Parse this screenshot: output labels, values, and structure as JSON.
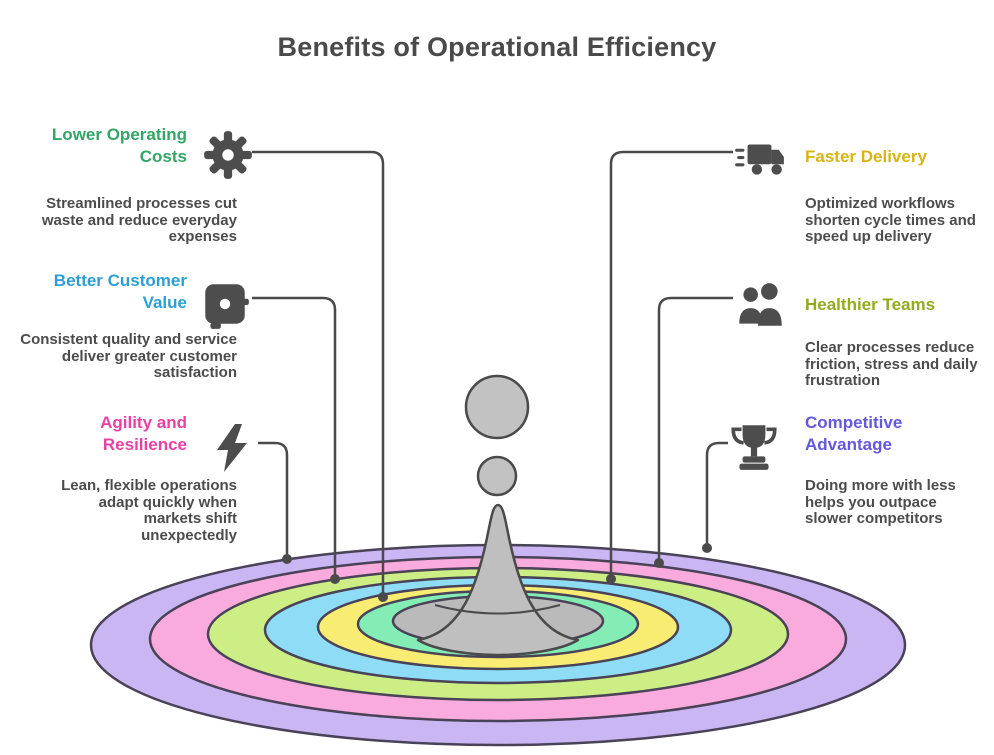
{
  "title": "Benefits of Operational Efficiency",
  "colors": {
    "title_text": "#4a4a4a",
    "description_text": "#4c4c4c",
    "connector_line": "#4a4a4a",
    "ring_stroke": "#4a4257",
    "droplet_fill": "#c2c2c2",
    "droplet_stroke": "#4a4a4a",
    "icon_fill": "#4d4d4d"
  },
  "rings": [
    {
      "name": "outer-ripple",
      "color": "#c9b6f3"
    },
    {
      "name": "ripple-5",
      "color": "#f8abdc"
    },
    {
      "name": "ripple-4",
      "color": "#cdee85"
    },
    {
      "name": "ripple-3",
      "color": "#8fdcf6"
    },
    {
      "name": "ripple-2",
      "color": "#f8ed72"
    },
    {
      "name": "ripple-1",
      "color": "#83edb5"
    },
    {
      "name": "splash-center",
      "color": "#bababa"
    }
  ],
  "benefits": {
    "left": [
      {
        "heading": "Lower Operating Costs",
        "color": "#33a567",
        "icon": "gear-icon",
        "description": "Streamlined processes cut waste and reduce everyday expenses"
      },
      {
        "heading": "Better Customer Value",
        "color": "#2d9fd6",
        "icon": "badge-icon",
        "description": "Consistent quality and service deliver greater customer satisfaction"
      },
      {
        "heading": "Agility and Resilience",
        "color": "#ec3fa3",
        "icon": "lightning-icon",
        "description": "Lean, flexible operations adapt quickly when markets shift unexpectedly"
      }
    ],
    "right": [
      {
        "heading": "Faster Delivery",
        "color": "#d8b414",
        "icon": "truck-icon",
        "description": "Optimized workflows shorten cycle times and speed up delivery"
      },
      {
        "heading": "Healthier Teams",
        "color": "#92ac1d",
        "icon": "team-icon",
        "description": "Clear processes reduce friction, stress and daily frustration"
      },
      {
        "heading": "Competitive Advantage",
        "color": "#6459de",
        "icon": "trophy-icon",
        "description": "Doing more with less helps you outpace slower competitors"
      }
    ]
  }
}
